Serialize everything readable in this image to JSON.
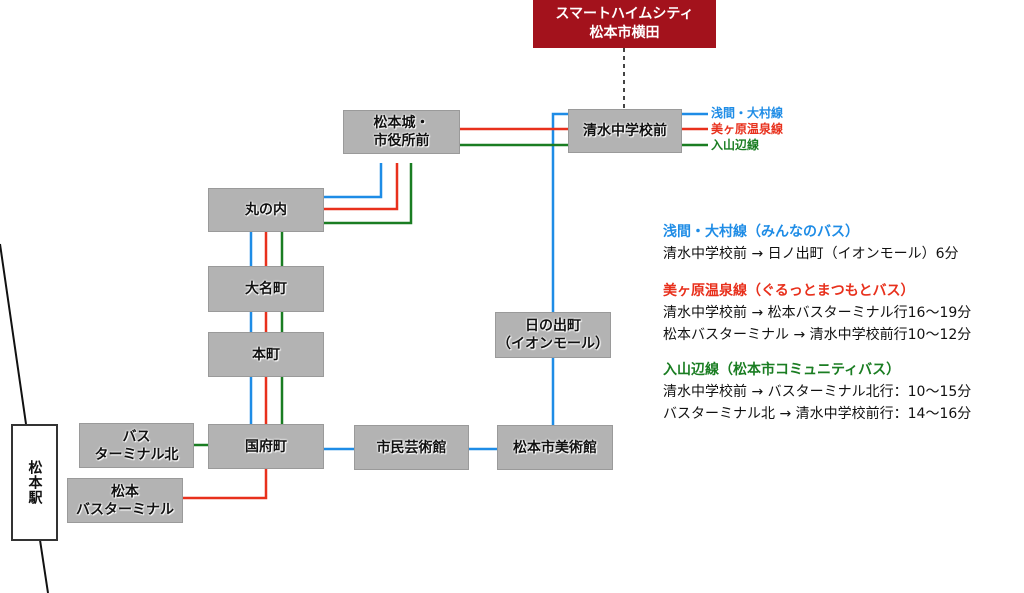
{
  "colors": {
    "asama_omura": "#1e8ce6",
    "utsukushigahara": "#e8301c",
    "iriyamabe": "#1a7d22",
    "destination": "#a3121c",
    "stop_fill": "#b3b3b3"
  },
  "destination": {
    "line1": "スマートハイムシティ",
    "line2": "松本市横田"
  },
  "stops": {
    "shimizu": "清水中学校前",
    "matsumotojo_l1": "松本城・",
    "matsumotojo_l2": "市役所前",
    "marunouchi": "丸の内",
    "daimyocho": "大名町",
    "honmachi": "本町",
    "kokufucho": "国府町",
    "bus_terminal_kita_l1": "バス",
    "bus_terminal_kita_l2": "ターミナル北",
    "matsumoto_bt_l1": "松本",
    "matsumoto_bt_l2": "バスターミナル",
    "shimin_geijutsukan": "市民芸術館",
    "bijutsukan": "松本市美術館",
    "hinodecho_l1": "日の出町",
    "hinodecho_l2": "（イオンモール）"
  },
  "station": {
    "name": "松本駅"
  },
  "legend": [
    {
      "label": "浅間・大村線",
      "color": "#1e8ce6"
    },
    {
      "label": "美ヶ原温泉線",
      "color": "#e8301c"
    },
    {
      "label": "入山辺線",
      "color": "#1a7d22"
    }
  ],
  "routes_info": [
    {
      "heading": "浅間・大村線（みんなのバス）",
      "color": "#1e8ce6",
      "lines": [
        "清水中学校前 → 日ノ出町（イオンモール）6分"
      ]
    },
    {
      "heading": "美ヶ原温泉線（ぐるっとまつもとバス）",
      "color": "#e8301c",
      "lines": [
        "清水中学校前 → 松本バスターミナル行16〜19分",
        "松本バスターミナル → 清水中学校前行10〜12分"
      ]
    },
    {
      "heading": "入山辺線（松本市コミュニティバス）",
      "color": "#1a7d22",
      "lines": [
        "清水中学校前 → バスターミナル北行：10〜15分",
        "バスターミナル北 → 清水中学校前行：14〜16分"
      ]
    }
  ]
}
